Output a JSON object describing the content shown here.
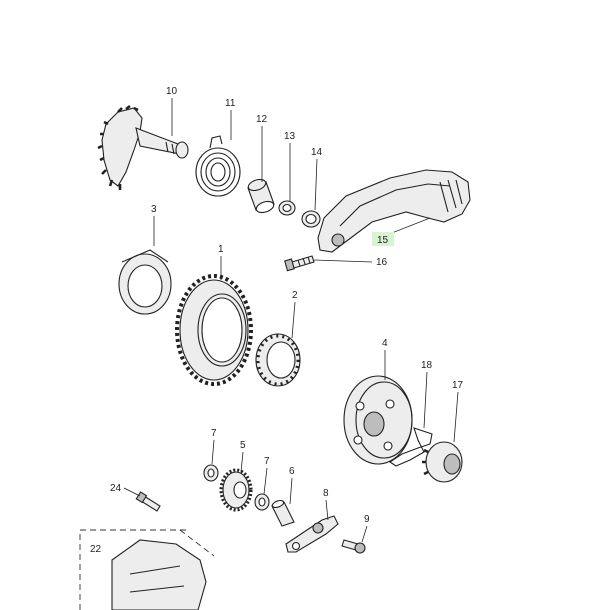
{
  "diagram": {
    "callouts": [
      {
        "id": "c10",
        "label": "10"
      },
      {
        "id": "c11",
        "label": "11"
      },
      {
        "id": "c12",
        "label": "12"
      },
      {
        "id": "c13",
        "label": "13"
      },
      {
        "id": "c14",
        "label": "14"
      },
      {
        "id": "c3",
        "label": "3"
      },
      {
        "id": "c1",
        "label": "1"
      },
      {
        "id": "c2",
        "label": "2"
      },
      {
        "id": "c15",
        "label": "15"
      },
      {
        "id": "c16",
        "label": "16"
      },
      {
        "id": "c4",
        "label": "4"
      },
      {
        "id": "c18",
        "label": "18"
      },
      {
        "id": "c17",
        "label": "17"
      },
      {
        "id": "c7a",
        "label": "7"
      },
      {
        "id": "c5",
        "label": "5"
      },
      {
        "id": "c7b",
        "label": "7"
      },
      {
        "id": "c6",
        "label": "6"
      },
      {
        "id": "c8",
        "label": "8"
      },
      {
        "id": "c9",
        "label": "9"
      },
      {
        "id": "c24",
        "label": "24"
      },
      {
        "id": "c22",
        "label": "22"
      }
    ],
    "highlight_color": "#d8f3d2"
  }
}
